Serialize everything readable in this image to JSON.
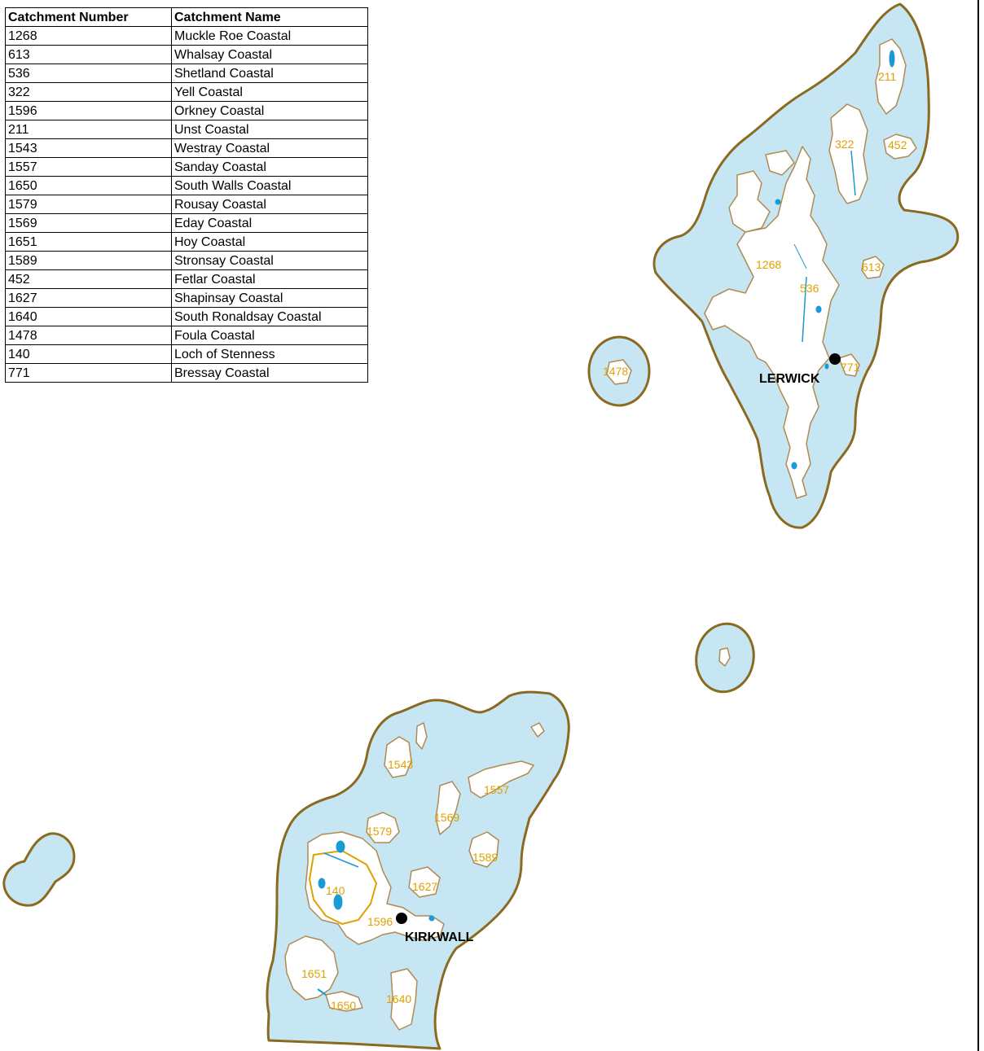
{
  "legend": {
    "headers": [
      "Catchment Number",
      "Catchment Name"
    ],
    "rows": [
      {
        "number": "1268",
        "name": "Muckle Roe Coastal"
      },
      {
        "number": "613",
        "name": "Whalsay Coastal"
      },
      {
        "number": "536",
        "name": "Shetland Coastal"
      },
      {
        "number": "322",
        "name": "Yell Coastal"
      },
      {
        "number": "1596",
        "name": "Orkney Coastal"
      },
      {
        "number": "211",
        "name": "Unst Coastal"
      },
      {
        "number": "1543",
        "name": "Westray Coastal"
      },
      {
        "number": "1557",
        "name": "Sanday Coastal"
      },
      {
        "number": "1650",
        "name": "South Walls Coastal"
      },
      {
        "number": "1579",
        "name": "Rousay Coastal"
      },
      {
        "number": "1569",
        "name": "Eday Coastal"
      },
      {
        "number": "1651",
        "name": "Hoy Coastal"
      },
      {
        "number": "1589",
        "name": "Stronsay Coastal"
      },
      {
        "number": "452",
        "name": "Fetlar Coastal"
      },
      {
        "number": "1627",
        "name": "Shapinsay Coastal"
      },
      {
        "number": "1640",
        "name": "South Ronaldsay Coastal"
      },
      {
        "number": "1478",
        "name": "Foula Coastal"
      },
      {
        "number": "140",
        "name": "Loch of Stenness"
      },
      {
        "number": "771",
        "name": "Bressay Coastal"
      }
    ]
  },
  "map": {
    "towns": {
      "lerwick": "LERWICK",
      "kirkwall": "KIRKWALL"
    },
    "catchment_labels": {
      "c211": "211",
      "c322": "322",
      "c452": "452",
      "c1268": "1268",
      "c613": "613",
      "c536": "536",
      "c771": "771",
      "c1478": "1478",
      "c1543": "1543",
      "c1557": "1557",
      "c1569": "1569",
      "c1579": "1579",
      "c1589": "1589",
      "c1627": "1627",
      "c140": "140",
      "c1596": "1596",
      "c1651": "1651",
      "c1650": "1650",
      "c1640": "1640"
    },
    "colors": {
      "sea_zone": "#c6e6f4",
      "zone_outline": "#8a6a20",
      "land": "#ffffff",
      "water_bodies": "#1a9ad6",
      "label": "#e0a000"
    }
  }
}
